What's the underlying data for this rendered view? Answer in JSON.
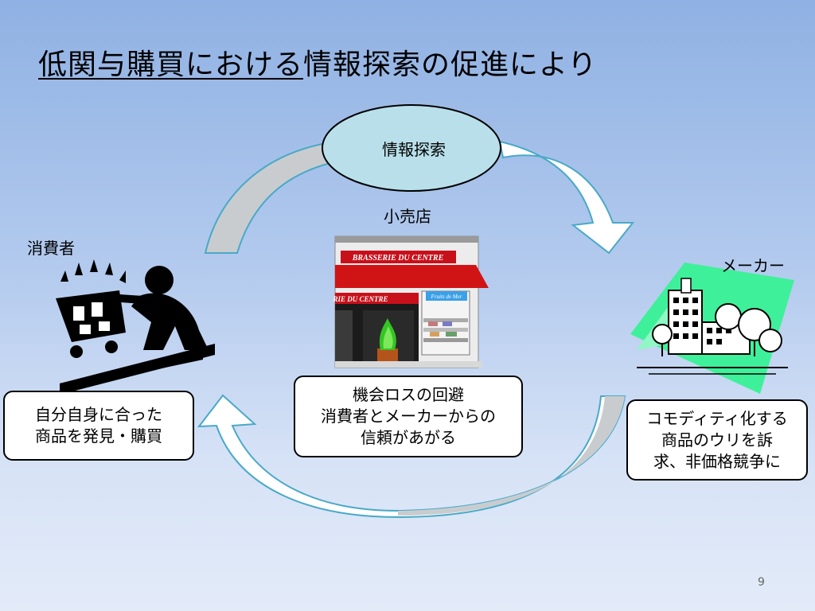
{
  "slide": {
    "title_underlined": "低関与購買における",
    "title_rest": "情報探索の促進により",
    "page_number": "9"
  },
  "diagram": {
    "ellipse": "情報探索",
    "labels": {
      "consumer": "消費者",
      "retailer": "小売店",
      "maker": "メーカー"
    },
    "boxes": {
      "consumer": [
        "自分自身に合った",
        "商品を発見・購買"
      ],
      "retailer": [
        "機会ロスの回避",
        "消費者とメーカーからの",
        "信頼があがる"
      ],
      "maker": [
        "コモディティ化する",
        "商品のウリを訴",
        "求、非価格競争に"
      ]
    },
    "store_signs": {
      "top": "BRASSERIE DU CENTRE",
      "window": "RIE DU CENTRE",
      "side": "Fruits de Mer"
    },
    "colors": {
      "ellipse_fill": "#b9e0ea",
      "arrow_fill": "#c9cccf",
      "arrow_stroke": "#49a9c7",
      "arrow_white": "#ffffff",
      "awning": "#d01416",
      "maker_green": "#3ff09a"
    }
  }
}
